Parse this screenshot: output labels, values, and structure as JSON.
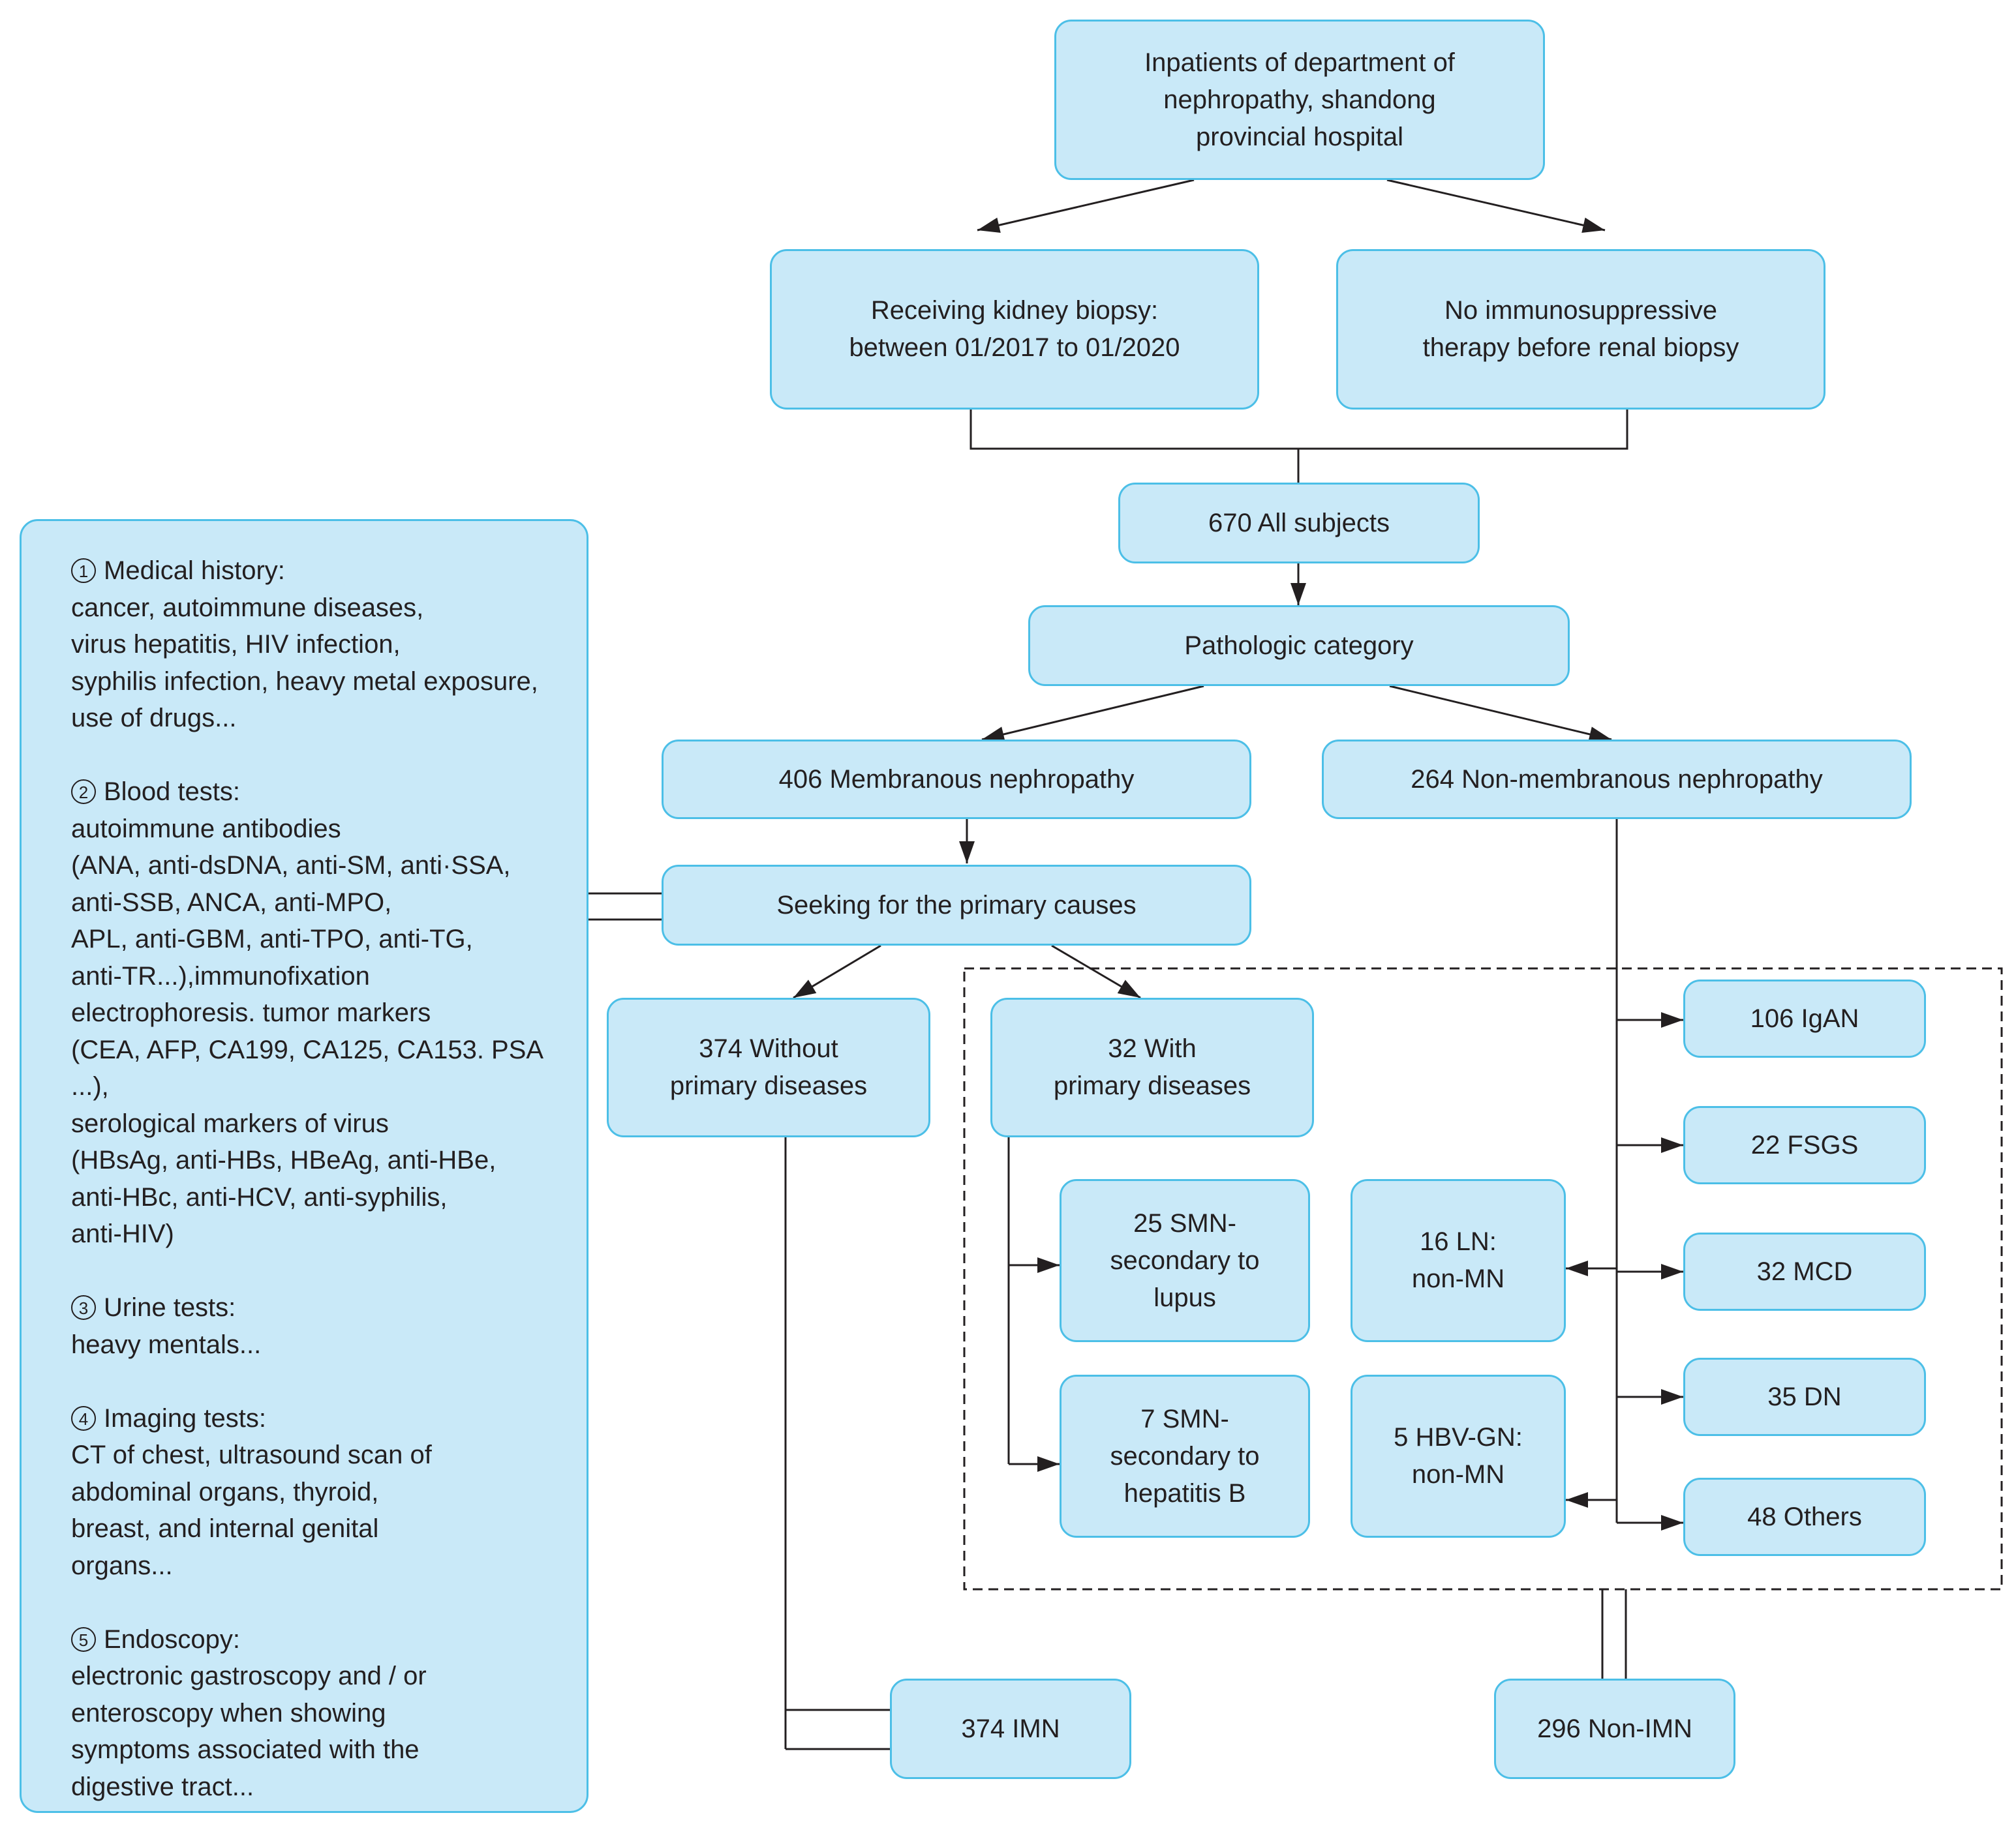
{
  "boxes": {
    "inpatients": "Inpatients of department of\nnephropathy, shandong\nprovincial hospital",
    "biopsy": "Receiving kidney biopsy:\nbetween 01/2017 to 01/2020",
    "no_immuno": "No immunosuppressive\ntherapy before renal biopsy",
    "all_subjects": "670 All subjects",
    "pathologic": "Pathologic category",
    "membranous": "406 Membranous nephropathy",
    "non_membranous": "264 Non-membranous nephropathy",
    "seeking": "Seeking for the primary causes",
    "without_primary": "374 Without\nprimary diseases",
    "with_primary": "32 With\nprimary diseases",
    "smn_lupus": "25 SMN-\nsecondary to\nlupus",
    "smn_hepb": "7 SMN-\nsecondary to\nhepatitis B",
    "ln": "16 LN:\nnon-MN",
    "hbv_gn": "5 HBV-GN:\nnon-MN",
    "igan": "106 IgAN",
    "fsgs": "22 FSGS",
    "mcd": "32 MCD",
    "dn": "35 DN",
    "others": "48 Others",
    "imn": "374 IMN",
    "non_imn": "296 Non-IMN"
  },
  "sections": [
    {
      "num": "1",
      "heading": "Medical history:",
      "body": "cancer, autoimmune diseases,\nvirus hepatitis, HIV infection,\nsyphilis infection, heavy metal exposure,\nuse of drugs..."
    },
    {
      "num": "2",
      "heading": "Blood tests:",
      "body": "autoimmune antibodies\n(ANA, anti-dsDNA, anti-SM, anti·SSA,\nanti-SSB, ANCA, anti-MPO,\nAPL, anti-GBM, anti-TPO, anti-TG,\nanti-TR...),immunofixation\nelectrophoresis. tumor markers\n(CEA, AFP, CA199, CA125, CA153. PSA ...),\nserological markers of virus\n(HBsAg, anti-HBs, HBeAg, anti-HBe,\nanti-HBc, anti-HCV, anti-syphilis,\nanti-HIV)"
    },
    {
      "num": "3",
      "heading": "Urine tests:",
      "body": "heavy mentals..."
    },
    {
      "num": "4",
      "heading": "Imaging tests:",
      "body": "CT of chest, ultrasound scan of\nabdominal organs, thyroid,\nbreast, and internal genital\norgans..."
    },
    {
      "num": "5",
      "heading": "Endoscopy:",
      "body": "electronic gastroscopy and / or\nenteroscopy when showing\nsymptoms associated with the\ndigestive tract..."
    }
  ],
  "colors": {
    "box_fill": "#c9e9f8",
    "box_border": "#4cbfe7",
    "line": "#231f20"
  }
}
